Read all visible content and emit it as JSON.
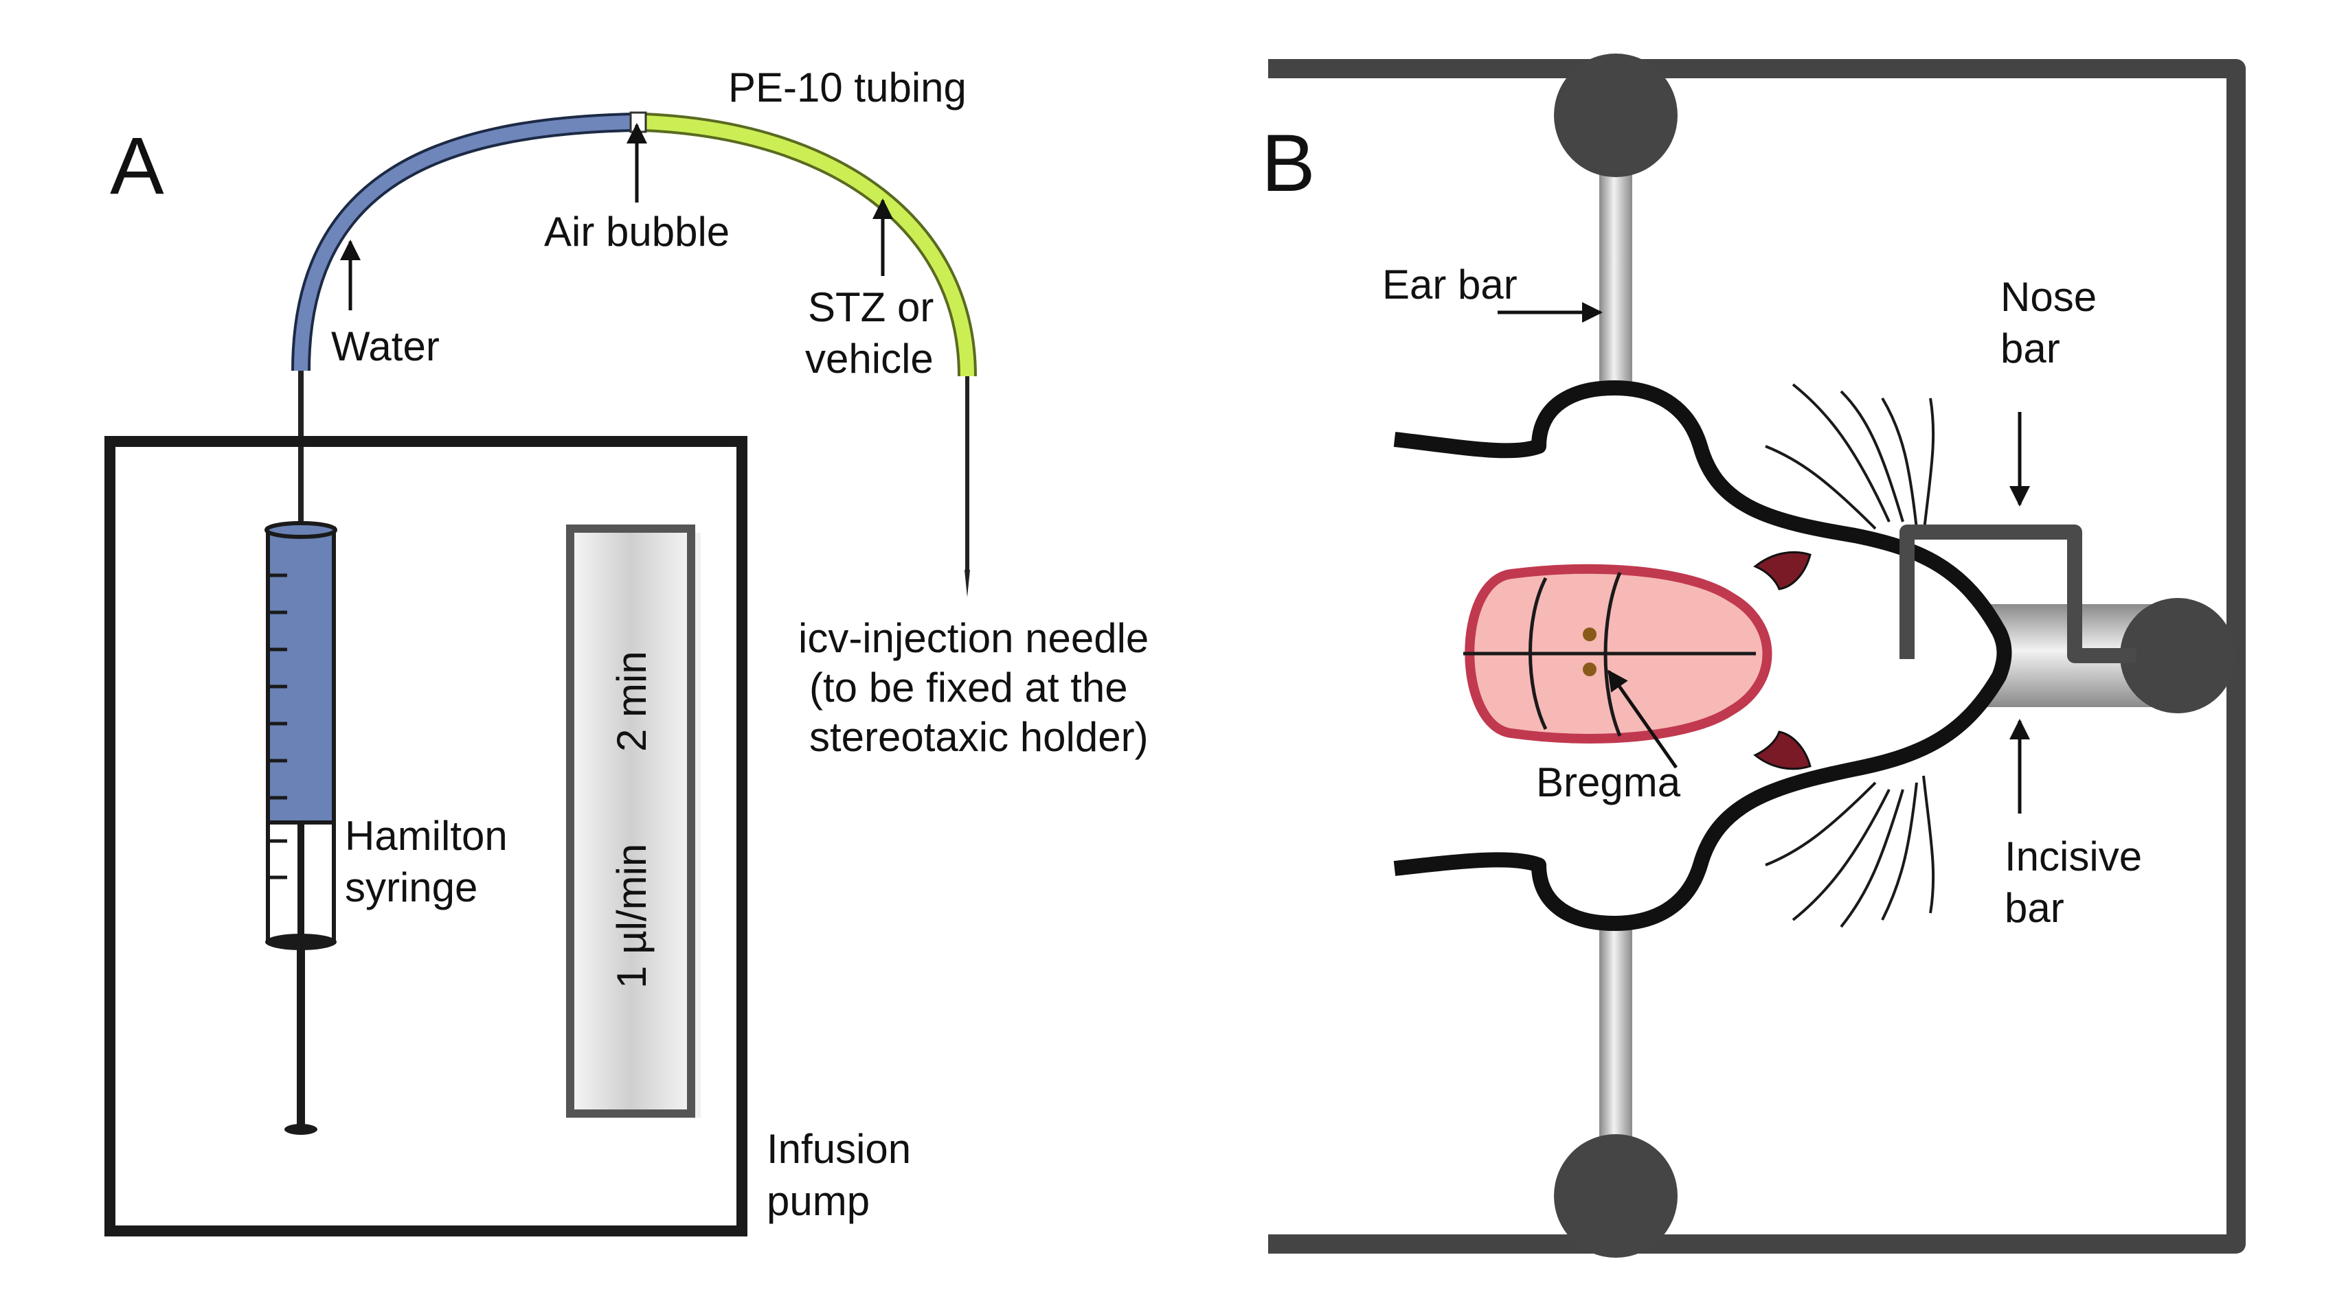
{
  "panel_a": {
    "letter": "A",
    "labels": {
      "tubing": "PE-10 tubing",
      "air_bubble": "Air bubble",
      "water": "Water",
      "stz_line1": "STZ or",
      "stz_line2": "vehicle",
      "needle_line1": "icv-injection needle",
      "needle_line2": "(to be fixed at the",
      "needle_line3": "stereotaxic holder)",
      "syringe_line1": "Hamilton",
      "syringe_line2": "syringe",
      "pump_line1": "Infusion",
      "pump_line2": "pump",
      "display_rate": "1 µl/min",
      "display_time": "2 min"
    }
  },
  "panel_b": {
    "letter": "B",
    "labels": {
      "ear_bar": "Ear bar",
      "nose_line1": "Nose",
      "nose_line2": "bar",
      "incisive_line1": "Incisive",
      "incisive_line2": "bar",
      "bregma": "Bregma"
    }
  },
  "colors": {
    "water_tubing": "#6f86bb",
    "stz_tubing": "#ccee55",
    "syringe_fluid": "#6a82b5",
    "skull": "#f6b9b6",
    "skull_outline": "#c0394f",
    "frame": "#444444"
  }
}
